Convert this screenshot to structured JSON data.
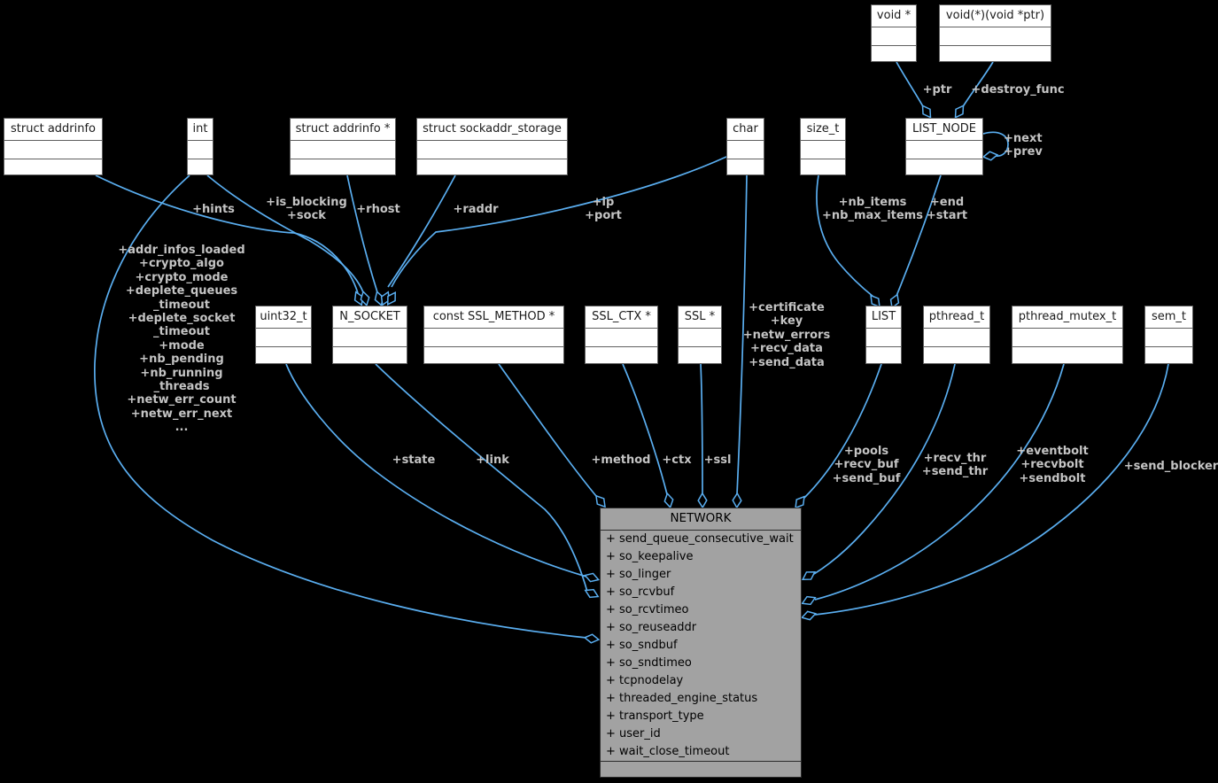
{
  "palette": {
    "background": "#000000",
    "edge_color": "#5aaef0",
    "edge_label_color": "#c4c4c4",
    "node_fill": "#ffffff",
    "node_border": "#606060",
    "focus_node_fill": "#a2a2a2"
  },
  "nodes": {
    "void_ptr": {
      "title": "void *"
    },
    "void_fn": {
      "title": "void(*)(void *ptr)"
    },
    "struct_addrinfo": {
      "title": "struct addrinfo"
    },
    "int": {
      "title": "int"
    },
    "struct_addrinfo_ptr": {
      "title": "struct addrinfo *"
    },
    "sockaddr_storage": {
      "title": "struct sockaddr_storage"
    },
    "char": {
      "title": "char"
    },
    "size_t": {
      "title": "size_t"
    },
    "list_node": {
      "title": "LIST_NODE"
    },
    "uint32_t": {
      "title": "uint32_t"
    },
    "n_socket": {
      "title": "N_SOCKET"
    },
    "ssl_method": {
      "title": "const SSL_METHOD *"
    },
    "ssl_ctx": {
      "title": "SSL_CTX *"
    },
    "ssl": {
      "title": "SSL *"
    },
    "list": {
      "title": "LIST"
    },
    "pthread_t": {
      "title": "pthread_t"
    },
    "pthread_mutex_t": {
      "title": "pthread_mutex_t"
    },
    "sem_t": {
      "title": "sem_t"
    }
  },
  "network": {
    "title": "NETWORK",
    "fields": [
      "+ send_queue_consecutive_wait",
      "+ so_keepalive",
      "+ so_linger",
      "+ so_rcvbuf",
      "+ so_rcvtimeo",
      "+ so_reuseaddr",
      "+ so_sndbuf",
      "+ so_sndtimeo",
      "+ tcpnodelay",
      "+ threaded_engine_status",
      "+ transport_type",
      "+ user_id",
      "+ wait_close_timeout"
    ]
  },
  "edge_labels": {
    "ptr": "+ptr",
    "destroy_func": "+destroy_func",
    "next": "+next",
    "prev": "+prev",
    "hints": "+hints",
    "is_blocking_sock": [
      "+is_blocking",
      "+sock"
    ],
    "rhost": "+rhost",
    "raddr": "+raddr",
    "ip_port": [
      "+ip",
      "+port"
    ],
    "nb_items": [
      "+nb_items",
      "+nb_max_items"
    ],
    "end_start": [
      "+end",
      "+start"
    ],
    "int_members": [
      "+addr_infos_loaded",
      "+crypto_algo",
      "+crypto_mode",
      "+deplete_queues",
      "_timeout",
      "+deplete_socket",
      "_timeout",
      "+mode",
      "+nb_pending",
      "+nb_running",
      "_threads",
      "+netw_err_count",
      "+netw_err_next",
      "..."
    ],
    "char_members": [
      "+certificate",
      "+key",
      "+netw_errors",
      "+recv_data",
      "+send_data"
    ],
    "state": "+state",
    "link": "+link",
    "method": "+method",
    "ctx": "+ctx",
    "ssl": "+ssl",
    "list_members": [
      "+pools",
      "+recv_buf",
      "+send_buf"
    ],
    "thread_members": [
      "+recv_thr",
      "+send_thr"
    ],
    "mutex_members": [
      "+eventbolt",
      "+recvbolt",
      "+sendbolt"
    ],
    "send_blocker": "+send_blocker"
  }
}
